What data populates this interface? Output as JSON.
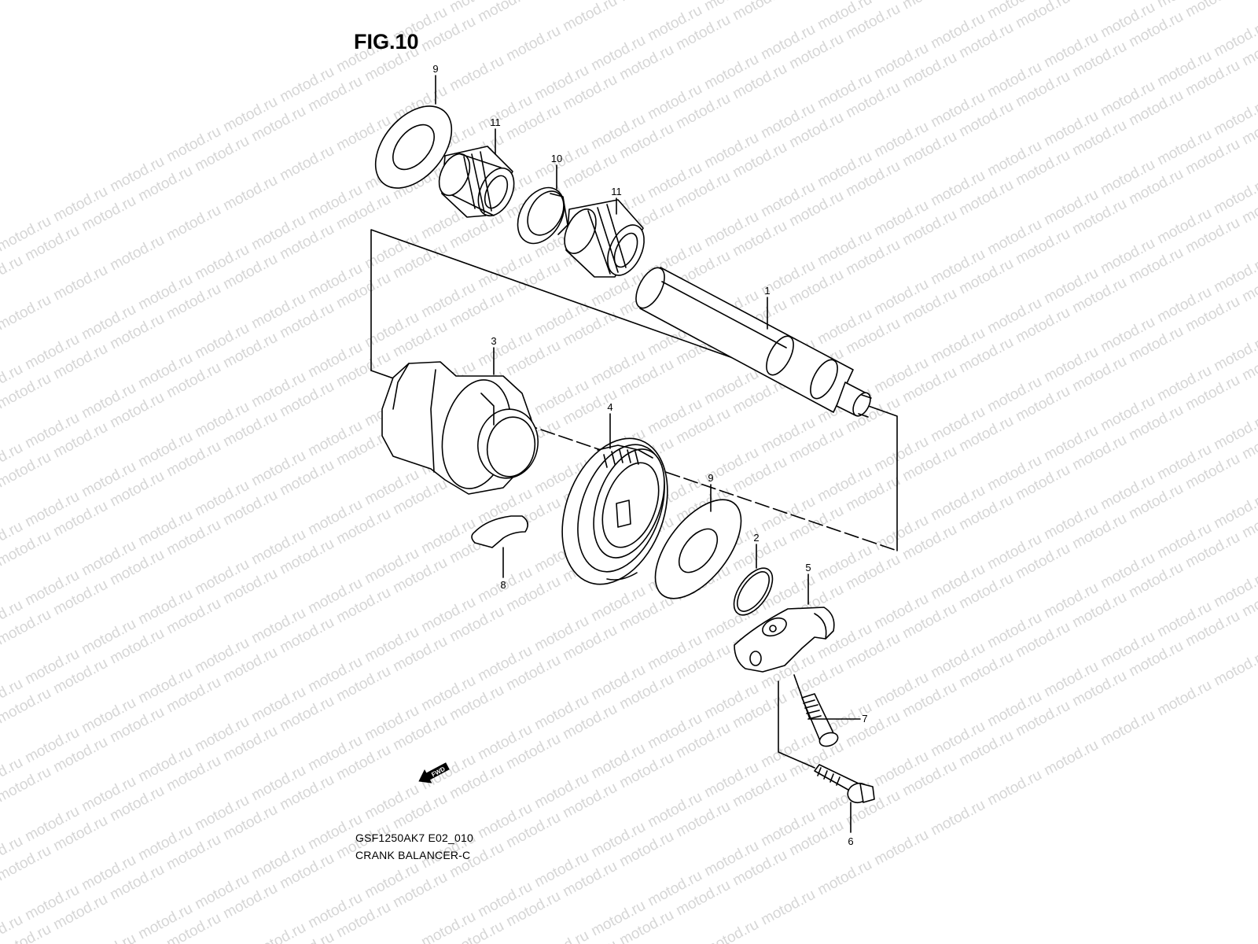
{
  "figure_title": "FIG.10",
  "diagram_code": "GSF1250AK7 E02_010",
  "diagram_name": "CRANK BALANCER-C",
  "watermark_text": "motod.ru",
  "fwd_label": "FWD",
  "callouts": {
    "c1": "1",
    "c2": "2",
    "c3": "3",
    "c4": "4",
    "c5": "5",
    "c6": "6",
    "c7": "7",
    "c8": "8",
    "c9a": "9",
    "c9b": "9",
    "c10": "10",
    "c11a": "11",
    "c11b": "11"
  }
}
